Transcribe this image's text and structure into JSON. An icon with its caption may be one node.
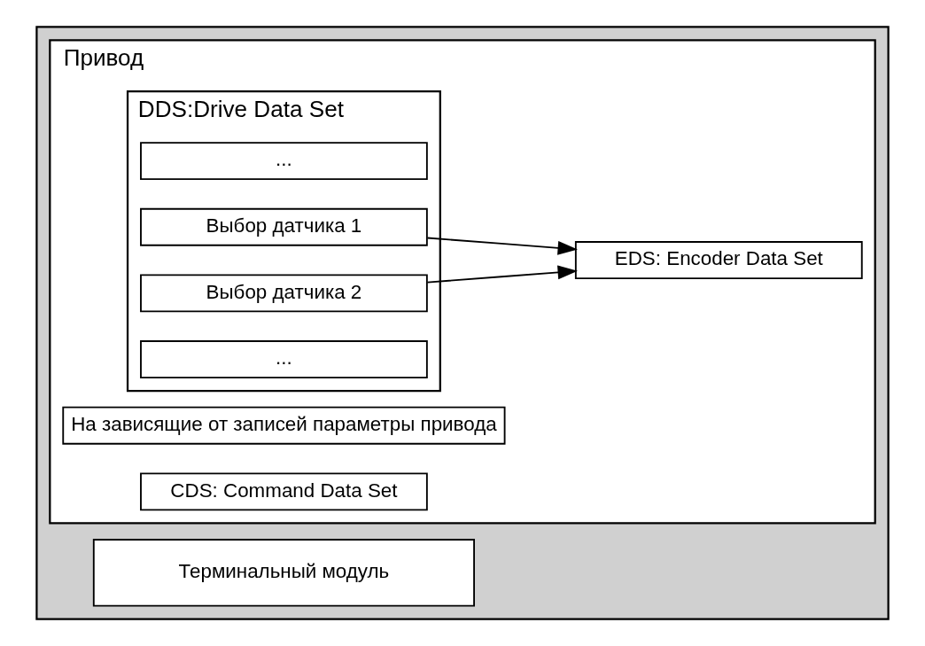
{
  "diagram": {
    "nodes": [
      {
        "text": [],
        "shape": "box"
      },
      {
        "text": [
          "Терминальный модуль"
        ],
        "in": 0
      },
      {
        "text": [
          "Привод"
        ],
        "in": 0
      },
      {
        "text": [
          "На зависящие от записей параметры привода"
        ],
        "in": 2
      },
      {
        "text": [
          "CDS: Command Data Set"
        ],
        "in": 2
      },
      {
        "text": [
          "DDS:Drive Data Set"
        ],
        "in": 2
      },
      {
        "text": [
          "..."
        ],
        "in": 5
      },
      {
        "text": [
          "Выбор датчика 1"
        ],
        "in": 5
      },
      {
        "text": [
          "Выбор датчика 2"
        ],
        "in": 5
      },
      {
        "text": [
          "..."
        ],
        "in": 5
      },
      {
        "text": [
          "EDS: Encoder Data Set"
        ],
        "in": 2
      }
    ],
    "edges": [
      {
        "from": 7,
        "to": 10,
        "arrow": "to"
      },
      {
        "from": 8,
        "to": 10,
        "arrow": "to"
      }
    ]
  }
}
